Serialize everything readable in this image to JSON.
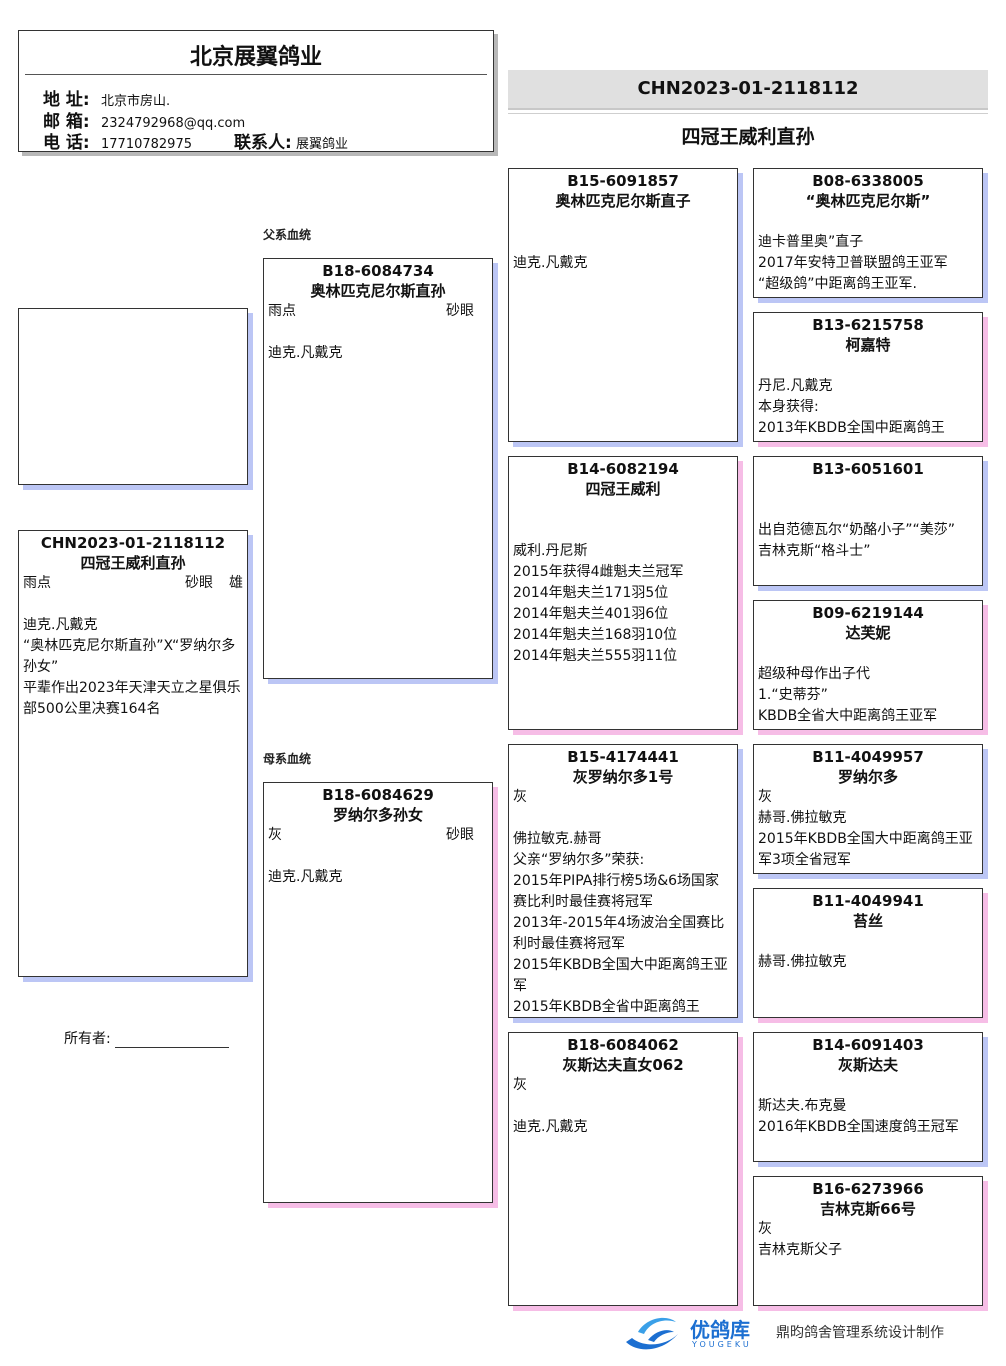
{
  "header": {
    "title": "北京展翼鸽业",
    "address_label": "地 址:",
    "address": "北京市房山.",
    "email_label": "邮 箱:",
    "email": "2324792968@qq.com",
    "phone_label": "电 话:",
    "phone": "17710782975",
    "contact_label": "联系人:",
    "contact": "展翼鸽业"
  },
  "banner": {
    "ring": "CHN2023-01-2118112",
    "subtitle": "四冠王威利直孙"
  },
  "labels": {
    "sire_line": "父系血统",
    "dam_line": "母系血统",
    "owner": "所有者:"
  },
  "subject": {
    "ring": "CHN2023-01-2118112",
    "name": "四冠王威利直孙",
    "color": "雨点",
    "eye": "砂眼",
    "sex": "雄",
    "lines": [
      "迪克.凡戴克",
      "“奥林匹克尼尔斯直孙”X“罗纳尔多孙女”",
      "平辈作出2023年天津天立之星俱乐部500公里决赛164名"
    ]
  },
  "sire": {
    "ring": "B18-6084734",
    "name": "奥林匹克尼尔斯直孙",
    "color": "雨点",
    "eye": "砂眼",
    "lines": [
      "迪克.凡戴克"
    ]
  },
  "dam": {
    "ring": "B18-6084629",
    "name": "罗纳尔多孙女",
    "color": "灰",
    "eye": "砂眼",
    "lines": [
      "迪克.凡戴克"
    ]
  },
  "ss": {
    "ring": "B15-6091857",
    "name": "奥林匹克尼尔斯直子",
    "lines": [
      "迪克.凡戴克"
    ]
  },
  "sd": {
    "ring": "B14-6082194",
    "name": "四冠王威利",
    "lines": [
      "威利.丹尼斯",
      "2015年获得4雌魁夫兰冠军",
      "2014年魁夫兰171羽5位",
      "2014年魁夫兰401羽6位",
      "2014年魁夫兰168羽10位",
      "2014年魁夫兰555羽11位"
    ]
  },
  "ds": {
    "ring": "B15-4174441",
    "name": "灰罗纳尔多1号",
    "color": "灰",
    "lines": [
      "佛拉敏克.赫哥",
      "父亲“罗纳尔多”荣获:",
      "2015年PIPA排行榜5场&6场国家赛比利时最佳赛将冠军",
      "2013年-2015年4场波治全国赛比利时最佳赛将冠军",
      "2015年KBDB全国大中距离鸽王亚军",
      "2015年KBDB全省中距离鸽王"
    ]
  },
  "dd": {
    "ring": "B18-6084062",
    "name": "灰斯达夫直女062",
    "color": "灰",
    "lines": [
      "迪克.凡戴克"
    ]
  },
  "sss": {
    "ring": "B08-6338005",
    "name": "“奥林匹克尼尔斯”",
    "lines": [
      "迪卡普里奥”直子",
      "2017年安特卫普联盟鸽王亚军",
      "“超级鸽”中距离鸽王亚军."
    ]
  },
  "ssd": {
    "ring": "B13-6215758",
    "name": "柯嘉特",
    "lines": [
      "丹尼.凡戴克",
      "本身获得:",
      "2013年KBDB全国中距离鸽王"
    ]
  },
  "sds": {
    "ring": "B13-6051601",
    "name": "",
    "lines": [
      "出自范德瓦尔“奶酪小子”“美莎”",
      "吉林克斯“格斗士”"
    ]
  },
  "sdd": {
    "ring": "B09-6219144",
    "name": "达芙妮",
    "lines": [
      "超级种母作出子代",
      "1.“史蒂芬”",
      "KBDB全省大中距离鸽王亚军"
    ]
  },
  "dss": {
    "ring": "B11-4049957",
    "name": "罗纳尔多",
    "color": "灰",
    "lines": [
      "赫哥.佛拉敏克",
      "2015年KBDB全国大中距离鸽王亚军3项全省冠军"
    ]
  },
  "dsd": {
    "ring": "B11-4049941",
    "name": "苔丝",
    "lines": [
      "赫哥.佛拉敏克"
    ]
  },
  "dds": {
    "ring": "B14-6091403",
    "name": "灰斯达夫",
    "lines": [
      "斯达夫.布克曼",
      "2016年KBDB全国速度鸽王冠军"
    ]
  },
  "ddd": {
    "ring": "B16-6273966",
    "name": "吉林克斯66号",
    "color": "灰",
    "lines": [
      "吉林克斯父子"
    ]
  },
  "footer": {
    "brand": "优鸽库",
    "brand_en": "YOUGEKU",
    "credit": "鼎昀鸽舍管理系统设计制作"
  },
  "colors": {
    "male_shadow": "#bcc6f5",
    "female_shadow": "#f6bde6",
    "banner_bg": "#e0e0e0",
    "brand": "#1c6fd1"
  }
}
